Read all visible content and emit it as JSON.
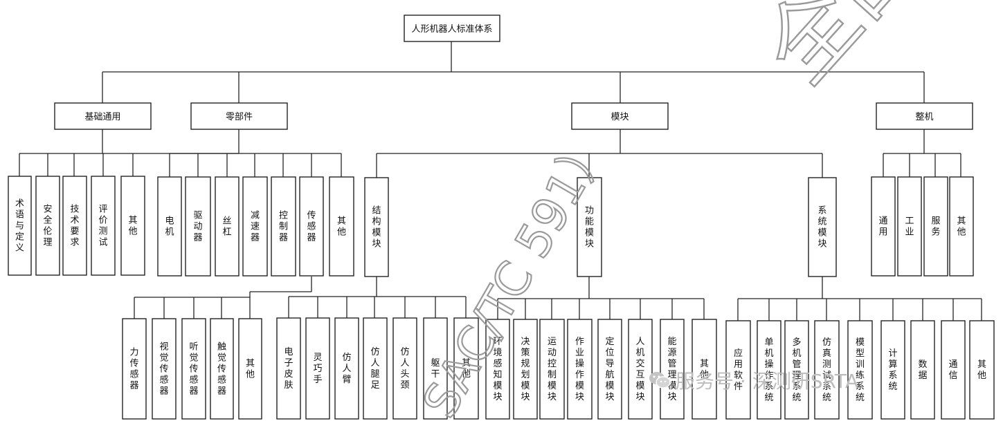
{
  "diagram": {
    "root": "人形机器人标准体系",
    "level1": [
      "基础通用",
      "零部件",
      "模块",
      "整机"
    ],
    "foundation": [
      "术语与定义",
      "安全伦理",
      "技术要求",
      "评价测试",
      "其他"
    ],
    "components": [
      "电机",
      "驱动器",
      "丝杠",
      "减速器",
      "控制器",
      "传感器",
      "其他"
    ],
    "sensors": [
      "力传感器",
      "视觉传感器",
      "听觉传感器",
      "触觉传感器",
      "其他"
    ],
    "modules": [
      "结构模块",
      "功能模块",
      "系统模块"
    ],
    "structural": [
      "电子皮肤",
      "灵巧手",
      "仿人臂",
      "仿人腿足",
      "仿人头颈",
      "躯干",
      "其他"
    ],
    "functional": [
      "环境感知模块",
      "决策规划模块",
      "运动控制模块",
      "作业操作模块",
      "定位导航模块",
      "人机交互模块",
      "能源管理模块",
      "其他"
    ],
    "system": [
      "应用软件",
      "单机操作系统",
      "多机管理系统",
      "仿真测试系统",
      "模型训练系统",
      "计算系统",
      "数据",
      "通信",
      "其他"
    ],
    "whole": [
      "通用",
      "工业",
      "服务",
      "其他"
    ]
  },
  "watermarks": {
    "big_diagonal": "全国",
    "diagonal": "SAC/TC 591）",
    "footer": "服务号 · 深测研SRTA"
  },
  "colors": {
    "line": "#222222",
    "text": "#111111",
    "watermark": "#9a9a9a",
    "footer": "#bdbdbd"
  }
}
